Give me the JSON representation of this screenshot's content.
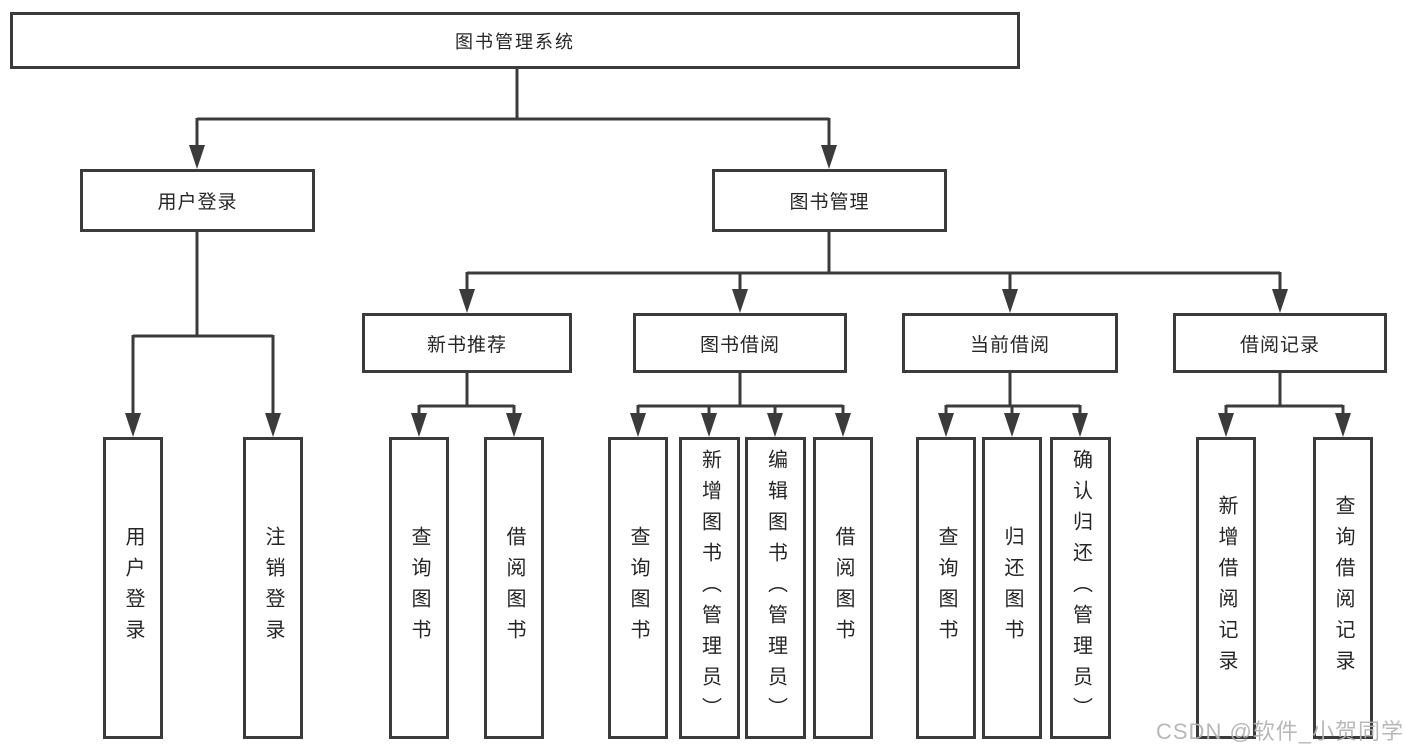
{
  "watermark": "CSDN @软件_小贺同学",
  "colors": {
    "line": "#3b3b3b",
    "border": "#3b3b3b",
    "background": "#ffffff",
    "text": "#262626",
    "watermark": "#b3b3b3"
  },
  "tree": {
    "root": {
      "label": "图书管理系统",
      "children": [
        {
          "label": "用户登录",
          "children": [
            {
              "label": "用户登录"
            },
            {
              "label": "注销登录"
            }
          ]
        },
        {
          "label": "图书管理",
          "children": [
            {
              "label": "新书推荐",
              "children": [
                {
                  "label": "查询图书"
                },
                {
                  "label": "借阅图书"
                }
              ]
            },
            {
              "label": "图书借阅",
              "children": [
                {
                  "label": "查询图书"
                },
                {
                  "label": "新增图书（管理员）"
                },
                {
                  "label": "编辑图书（管理员）"
                },
                {
                  "label": "借阅图书"
                }
              ]
            },
            {
              "label": "当前借阅",
              "children": [
                {
                  "label": "查询图书"
                },
                {
                  "label": "归还图书"
                },
                {
                  "label": "确认归还（管理员）"
                }
              ]
            },
            {
              "label": "借阅记录",
              "children": [
                {
                  "label": "新增借阅记录"
                },
                {
                  "label": "查询借阅记录"
                }
              ]
            }
          ]
        }
      ]
    }
  }
}
